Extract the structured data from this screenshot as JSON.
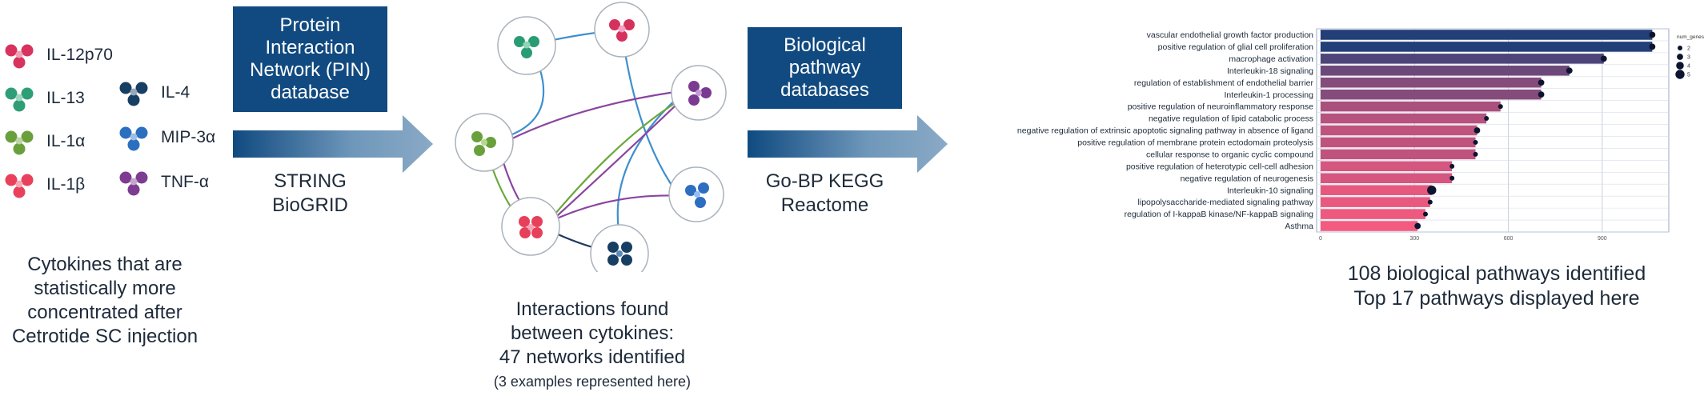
{
  "cytokines": {
    "left_column": [
      {
        "name": "IL-12p70",
        "color": "#d8325f"
      },
      {
        "name": "IL-13",
        "color": "#2d9e76"
      },
      {
        "name": "IL-1α",
        "color": "#6aa03c"
      },
      {
        "name": "IL-1β",
        "color": "#e9415b"
      }
    ],
    "right_column": [
      {
        "name": "IL-4",
        "color": "#173e63"
      },
      {
        "name": "MIP-3α",
        "color": "#2b6fbf"
      },
      {
        "name": "TNF-α",
        "color": "#7d3c91"
      }
    ],
    "caption": [
      "Cytokines that are",
      "statistically more",
      "concentrated after",
      "Cetrotide SC injection"
    ]
  },
  "step1": {
    "box": [
      "Protein",
      "Interaction",
      "Network (PIN)",
      "database"
    ],
    "sources": [
      "STRING",
      "BioGRID"
    ],
    "box_color": "#114a80"
  },
  "network": {
    "caption": [
      "Interactions found",
      "between cytokines:",
      "47 networks identified"
    ],
    "note": "(3 examples represented here)"
  },
  "step2": {
    "box": [
      "Biological",
      "pathway",
      "databases"
    ],
    "sources": [
      "Go-BP KEGG",
      "Reactome"
    ]
  },
  "chart_data": {
    "type": "bar",
    "orientation": "horizontal",
    "categories": [
      "vascular endothelial growth factor production",
      "positive regulation of glial cell proliferation",
      "macrophage activation",
      "Interleukin-18 signaling",
      "regulation of establishment of endothelial barrier",
      "Interleukin-1 processing",
      "positive regulation of neuroinflammatory response",
      "negative regulation of lipid catabolic process",
      "negative regulation of extrinsic apoptotic signaling pathway in absence of ligand",
      "positive regulation of membrane protein ectodomain proteolysis",
      "cellular response to organic cyclic compound",
      "positive regulation of heterotypic cell-cell adhesion",
      "negative regulation of neurogenesis",
      "Interleukin-10 signaling",
      "lipopolysaccharide-mediated signaling pathway",
      "regulation of I-kappaB kinase/NF-kappaB signaling",
      "Asthma"
    ],
    "values": [
      1060,
      1060,
      905,
      795,
      705,
      705,
      575,
      530,
      500,
      495,
      495,
      420,
      420,
      355,
      350,
      335,
      310
    ],
    "num_genes": [
      3,
      3,
      3,
      3,
      3,
      3,
      2,
      2,
      3,
      2,
      2,
      2,
      2,
      5,
      2,
      2,
      3
    ],
    "xticks": [
      0,
      300,
      600,
      900
    ],
    "xlim": [
      0,
      1100
    ],
    "legend_title": "num_genes",
    "legend_items": [
      "2",
      "3",
      "4",
      "5"
    ],
    "legend_position": "right",
    "grid": true,
    "color_start": "#223f78",
    "color_end": "#f45a7f"
  },
  "chart_caption": [
    "108 biological pathways identified",
    "Top 17 pathways displayed here"
  ]
}
